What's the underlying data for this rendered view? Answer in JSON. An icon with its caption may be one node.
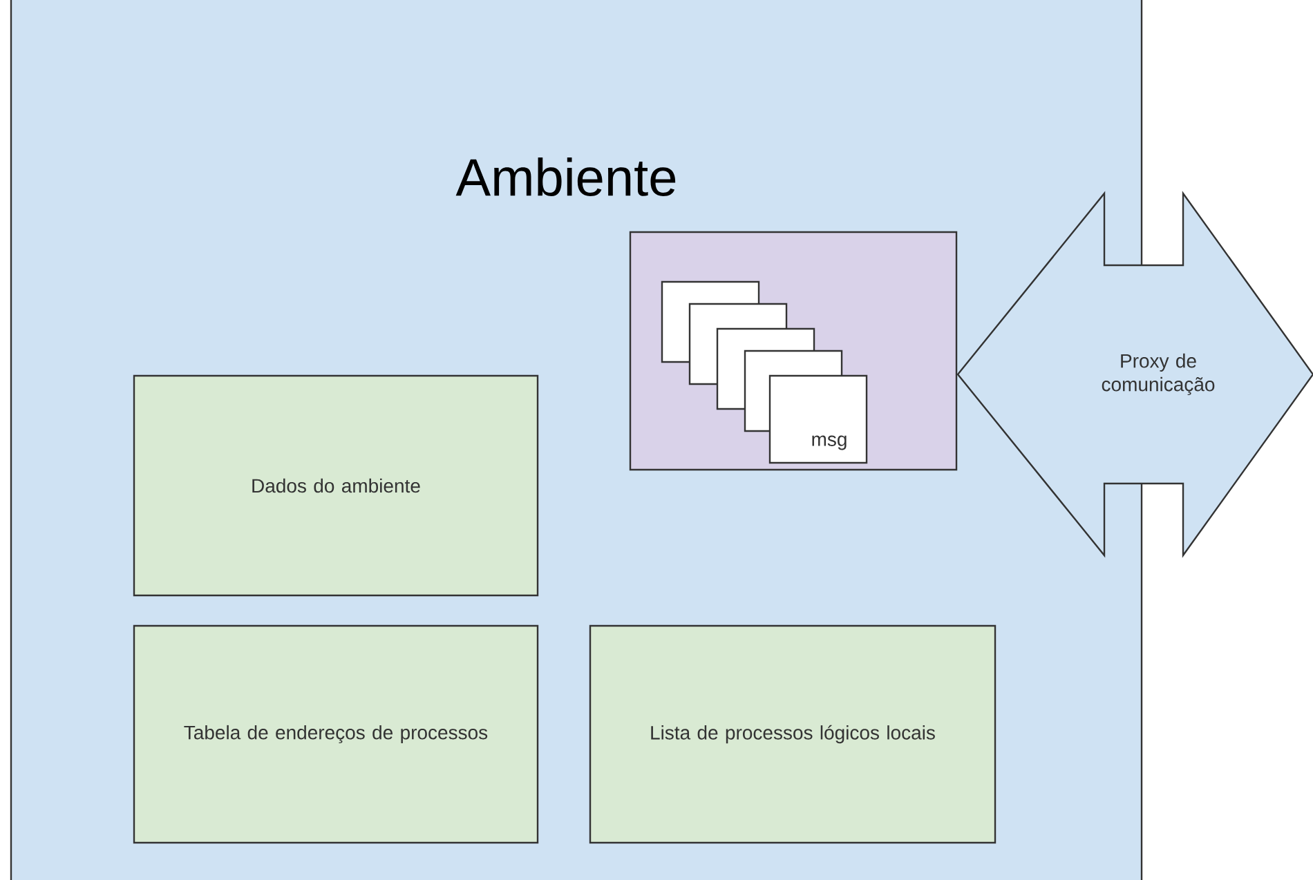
{
  "diagram": {
    "nodes": [
      {
        "text": [
          "Ambiente"
        ]
      },
      {
        "text": [],
        "shape": "box",
        "in": 0
      },
      {
        "text": [],
        "shape": "box",
        "in": 1
      },
      {
        "text": [],
        "shape": "box",
        "in": 1
      },
      {
        "text": [],
        "shape": "box",
        "in": 1
      },
      {
        "text": [],
        "shape": "box",
        "in": 1
      },
      {
        "text": [
          "msg"
        ],
        "in": 1
      },
      {
        "text": [
          "Proxy de comunicação"
        ]
      },
      {
        "text": [
          "Dados do ambiente"
        ],
        "in": 0
      },
      {
        "text": [
          "Tabela de endereços de processos"
        ],
        "in": 0
      },
      {
        "text": [
          "Lista de processos lógicos locais"
        ],
        "in": 0
      }
    ]
  }
}
